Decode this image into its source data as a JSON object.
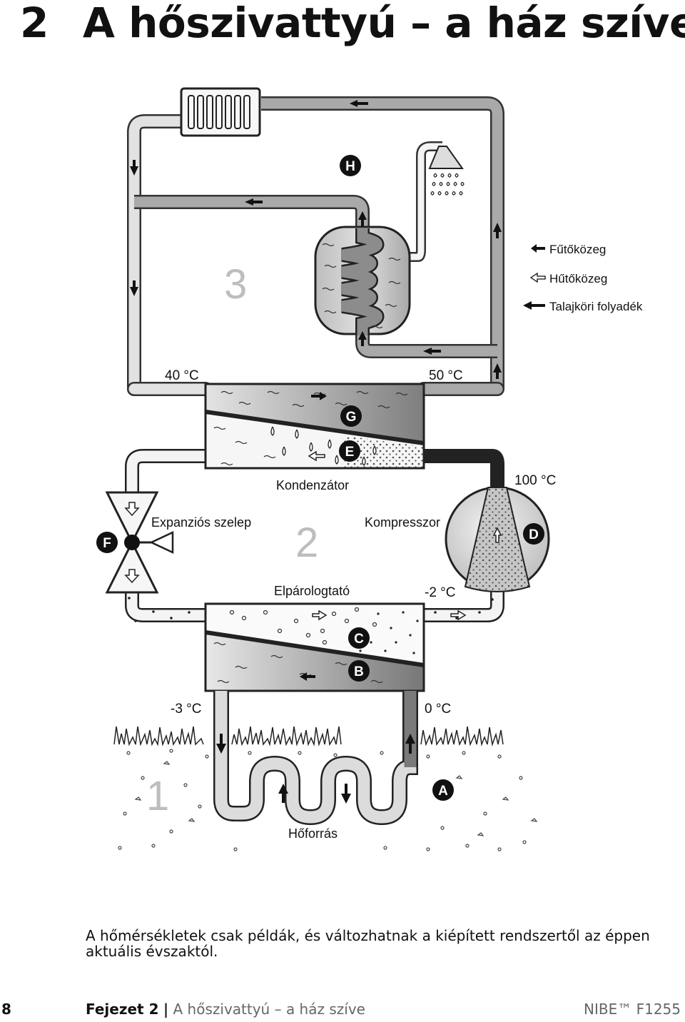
{
  "page": {
    "chapter_number": "2",
    "chapter_title": "A hőszivattyú – a ház szíve"
  },
  "diagram": {
    "legend": [
      {
        "label": "Fűtőközeg"
      },
      {
        "label": "Hűtőközeg"
      },
      {
        "label": "Talajköri folyadék"
      }
    ],
    "temps": {
      "t40": "40 °C",
      "t50": "50 °C",
      "t100": "100 °C",
      "tm2": "-2 °C",
      "tm3": "-3 °C",
      "t0": "0 °C"
    },
    "labels": {
      "kondenzator": "Kondenzátor",
      "expanzios": "Expanziós szelep",
      "kompresszor": "Kompresszor",
      "elparologtato": "Elpárologtató",
      "hoforras": "Hőforrás"
    },
    "zones": {
      "z1": "1",
      "z2": "2",
      "z3": "3"
    },
    "markers": {
      "A": "A",
      "B": "B",
      "C": "C",
      "D": "D",
      "E": "E",
      "F": "F",
      "G": "G",
      "H": "H"
    }
  },
  "caption": "A hőmérsékletek csak példák, és változhatnak a kiépített rendszertől az éppen aktuális évszaktól.",
  "footer": {
    "page_number": "8",
    "chapter_label": "Fejezet 2",
    "separator": "|",
    "chapter_title": "A hőszivattyú – a ház szíve",
    "product": "NIBE™ F1255"
  }
}
